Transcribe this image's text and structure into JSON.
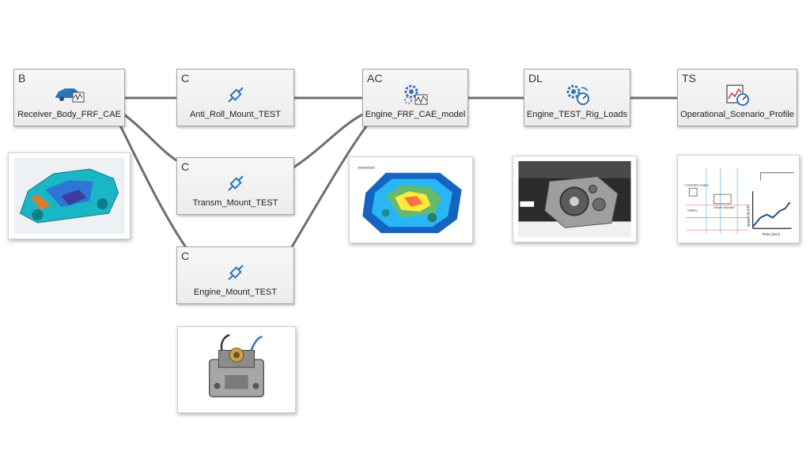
{
  "colors": {
    "wire": "#6e6e6e",
    "node_fill": "#eeeeee",
    "node_border": "#a6a6a6",
    "icon_blue": "#2e75b6"
  },
  "nodes": [
    {
      "id": "receiver",
      "tag": "B",
      "label": "Receiver_Body_FRF_CAE",
      "icon": "car-frf-icon"
    },
    {
      "id": "anti-roll",
      "tag": "C",
      "label": "Anti_Roll_Mount_TEST",
      "icon": "mount-icon"
    },
    {
      "id": "transm",
      "tag": "C",
      "label": "Transm_Mount_TEST",
      "icon": "mount-icon"
    },
    {
      "id": "engine-mount",
      "tag": "C",
      "label": "Engine_Mount_TEST",
      "icon": "mount-icon"
    },
    {
      "id": "engine-frf",
      "tag": "AC",
      "label": "Engine_FRF_CAE_model",
      "icon": "gear-frf-icon"
    },
    {
      "id": "rig-loads",
      "tag": "DL",
      "label": "Engine_TEST_Rig_Loads",
      "icon": "gear-gauge-icon"
    },
    {
      "id": "scenario",
      "tag": "TS",
      "label": "Operational_Scenario_Profile",
      "icon": "chart-gauge-icon"
    }
  ],
  "thumbnails": {
    "scenario_plot": {
      "ylabel": "speed [km/h]",
      "xlabel": "Time [sec]",
      "labels": [
        "Battery",
        "Electric Machine",
        "Combustion Engine"
      ]
    }
  }
}
